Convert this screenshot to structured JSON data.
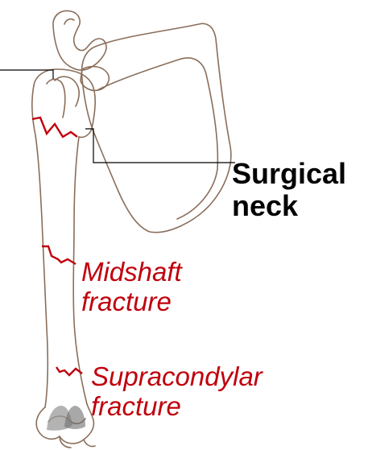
{
  "labels": {
    "surgical_neck": [
      "Surgical",
      "neck"
    ],
    "midshaft": [
      "Midshaft",
      "fracture"
    ],
    "supracondylar": [
      "Supracondylar",
      "fracture"
    ]
  },
  "colors": {
    "bone_outline": "#8a6e5a",
    "fracture_line": "#c0000c",
    "leader_line": "#000000",
    "label_black": "#000000",
    "label_red": "#c0000c"
  },
  "icons": {
    "bone": "humerus-and-scapula-outline"
  }
}
